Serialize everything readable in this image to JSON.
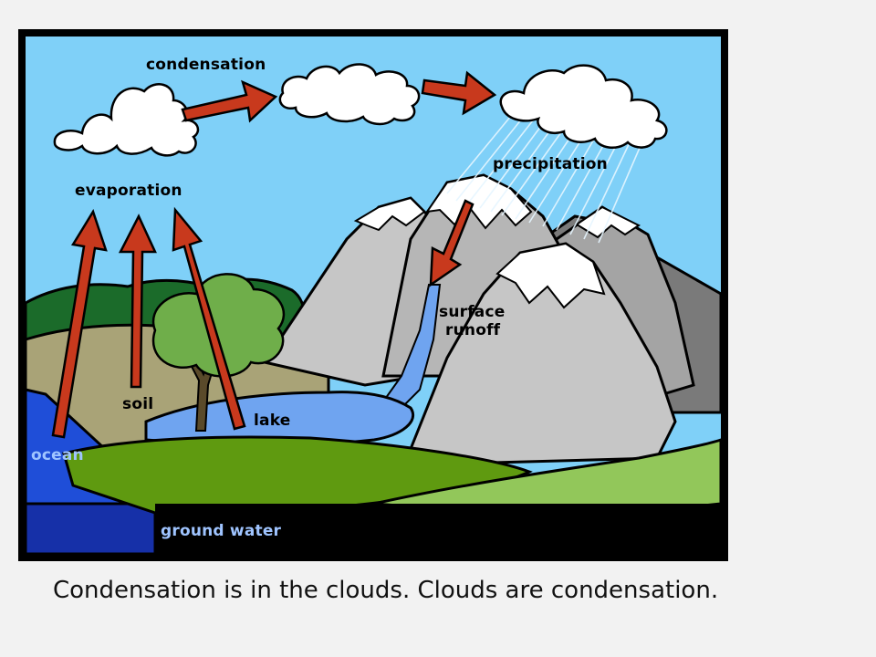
{
  "diagram": {
    "labels": {
      "condensation": "condensation",
      "evaporation": "evaporation",
      "precipitation": "precipitation",
      "surface_runoff_line1": "surface",
      "surface_runoff_line2": "runoff",
      "soil": "soil",
      "lake": "lake",
      "ocean": "ocean",
      "ground_water": "ground water"
    },
    "colors": {
      "sky": "#7fd0f8",
      "frame": "#000000",
      "arrow": "#c8391d",
      "cloud": "#ffffff",
      "mountain_light": "#c6c6c6",
      "mountain_mid": "#a4a4a4",
      "mountain_dark": "#7a7a7a",
      "snow": "#ffffff",
      "forest": "#1b6b2a",
      "tree": "#6fae4a",
      "soil": "#a9a377",
      "lake": "#6fa4f0",
      "ocean": "#1f4ed8",
      "ground_water": "#1630a8",
      "grass_dark": "#5f9a10",
      "grass_light": "#92c75a",
      "label_text": "#000000",
      "label_text_water": "#9fc4ff"
    }
  },
  "caption": {
    "text": "Condensation is in the clouds. Clouds are condensation."
  }
}
